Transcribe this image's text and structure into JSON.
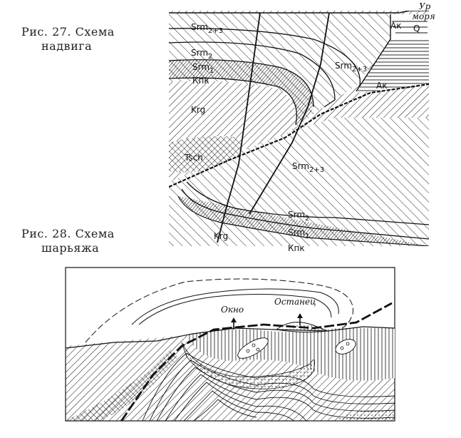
{
  "figure27": {
    "caption_line1": "Рис.  27.  Схема",
    "caption_line2": "надвига",
    "labels": {
      "sea_level_1": "Ур",
      "sea_level_2": "моря",
      "ak_top": "Ак",
      "q": "Q",
      "srm23_top": "Srm",
      "srm23_top_sub": "2+3",
      "srm2_left": "Srm",
      "srm2_left_sub": "2",
      "srm1_left": "Srm",
      "srm1_left_sub": "1",
      "knk_left": "Кпк",
      "krg_upper": "Krg",
      "srm23_right": "Srm",
      "srm23_right_sub": "2+3",
      "ak_right": "Ак",
      "tsch": "Tsch",
      "srm23_lower": "Srm",
      "srm23_lower_sub": "2+3",
      "srm2_lower": "Srm",
      "srm2_lower_sub": "2",
      "srm1_lower": "Srm",
      "srm1_lower_sub": "1",
      "krg_lower": "Krg",
      "knk_lower": "Кпк"
    }
  },
  "figure28": {
    "caption_line1": "Рис.   28.   Схема",
    "caption_line2": "шарьяжа",
    "labels": {
      "window": "Окно",
      "outlier": "Останец"
    }
  },
  "colors": {
    "ink": "#111111",
    "paper": "#ffffff"
  }
}
